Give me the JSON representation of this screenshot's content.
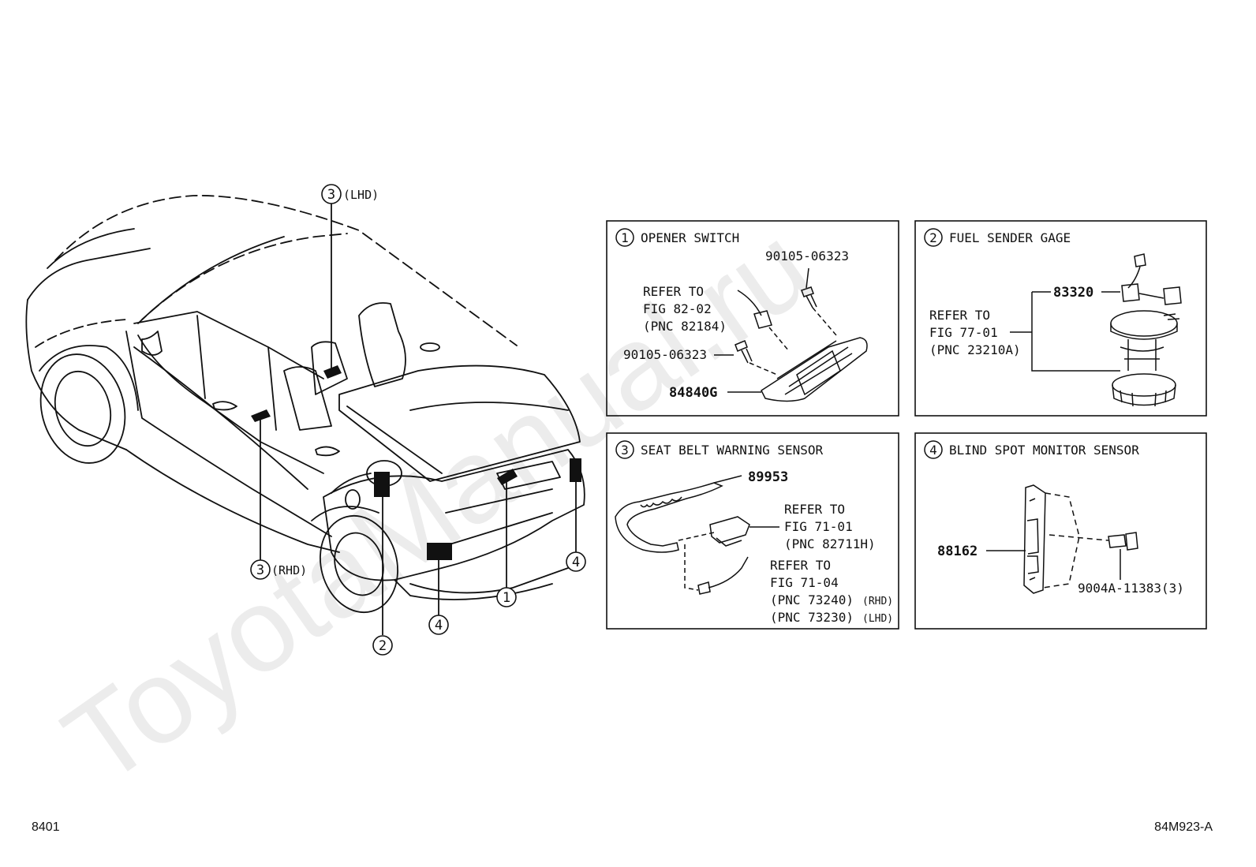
{
  "watermark": "ToyotaManual.ru",
  "callouts": {
    "seat_lhd": {
      "num": "3",
      "suffix": "(LHD)"
    },
    "seat_rhd": {
      "num": "3",
      "suffix": "(RHD)"
    },
    "fuel": {
      "num": "2"
    },
    "blind_front": {
      "num": "4"
    },
    "opener": {
      "num": "1"
    },
    "blind_rear": {
      "num": "4"
    }
  },
  "panels": {
    "p1": {
      "num": "1",
      "title": "OPENER SWITCH",
      "bolt_top": "90105-06323",
      "refer_lines": [
        "REFER TO",
        "FIG 82-02",
        "(PNC 82184)"
      ],
      "bolt_left": "90105-06323",
      "part": "84840G"
    },
    "p2": {
      "num": "2",
      "title": "FUEL SENDER GAGE",
      "part": "83320",
      "refer_lines": [
        "REFER TO",
        "FIG 77-01",
        "(PNC 23210A)"
      ]
    },
    "p3": {
      "num": "3",
      "title": "SEAT BELT WARNING SENSOR",
      "part": "89953",
      "refer1_lines": [
        "REFER TO",
        "FIG 71-01",
        "(PNC 82711H)"
      ],
      "refer2_lines": [
        "REFER TO",
        "FIG 71-04"
      ],
      "pnc_rhd": "(PNC 73240)",
      "rhd": "(RHD)",
      "pnc_lhd": "(PNC 73230)",
      "lhd": "(LHD)"
    },
    "p4": {
      "num": "4",
      "title": "BLIND SPOT MONITOR SENSOR",
      "part": "88162",
      "bolt": "9004A-11383(3)"
    }
  },
  "footer": {
    "left": "8401",
    "right": "84M923-A"
  }
}
